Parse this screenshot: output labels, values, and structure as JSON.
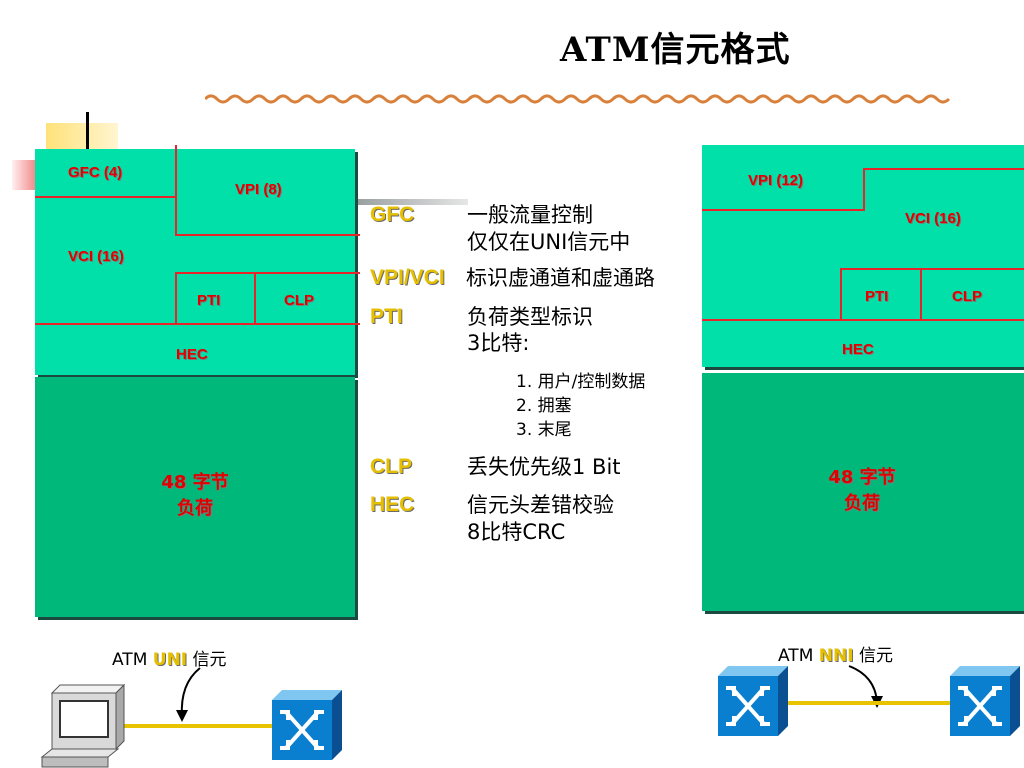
{
  "title": "ATM信元格式",
  "uni_cell": {
    "gfc": "GFC (4)",
    "vpi": "VPI (8)",
    "vci": "VCI (16)",
    "pti": "PTI",
    "clp": "CLP",
    "hec": "HEC",
    "payload_line1": "48 字节",
    "payload_line2": "负荷",
    "caption_pre": "ATM ",
    "caption_hl": "UNI",
    "caption_post": " 信元"
  },
  "nni_cell": {
    "vpi": "VPI (12)",
    "vci": "VCI (16)",
    "pti": "PTI",
    "clp": "CLP",
    "hec": "HEC",
    "payload_line1": "48 字节",
    "payload_line2": "负荷",
    "caption_pre": "ATM ",
    "caption_hl": "NNI",
    "caption_post": " 信元"
  },
  "legend": {
    "gfc_term": "GFC",
    "gfc_desc1": "一般流量控制",
    "gfc_desc2": "仅仅在UNI信元中",
    "vpivci_term": "VPI/VCI",
    "vpivci_desc": "标识虚通道和虚通路",
    "pti_term": "PTI",
    "pti_desc1": "负荷类型标识",
    "pti_desc2": "3比特:",
    "pti_item1": "1. 用户/控制数据",
    "pti_item2": "2. 拥塞",
    "pti_item3": "3. 末尾",
    "clp_term": "CLP",
    "clp_desc": "丢失优先级1 Bit",
    "hec_term": "HEC",
    "hec_desc1": "信元头差错校验",
    "hec_desc2": "8比特CRC"
  }
}
